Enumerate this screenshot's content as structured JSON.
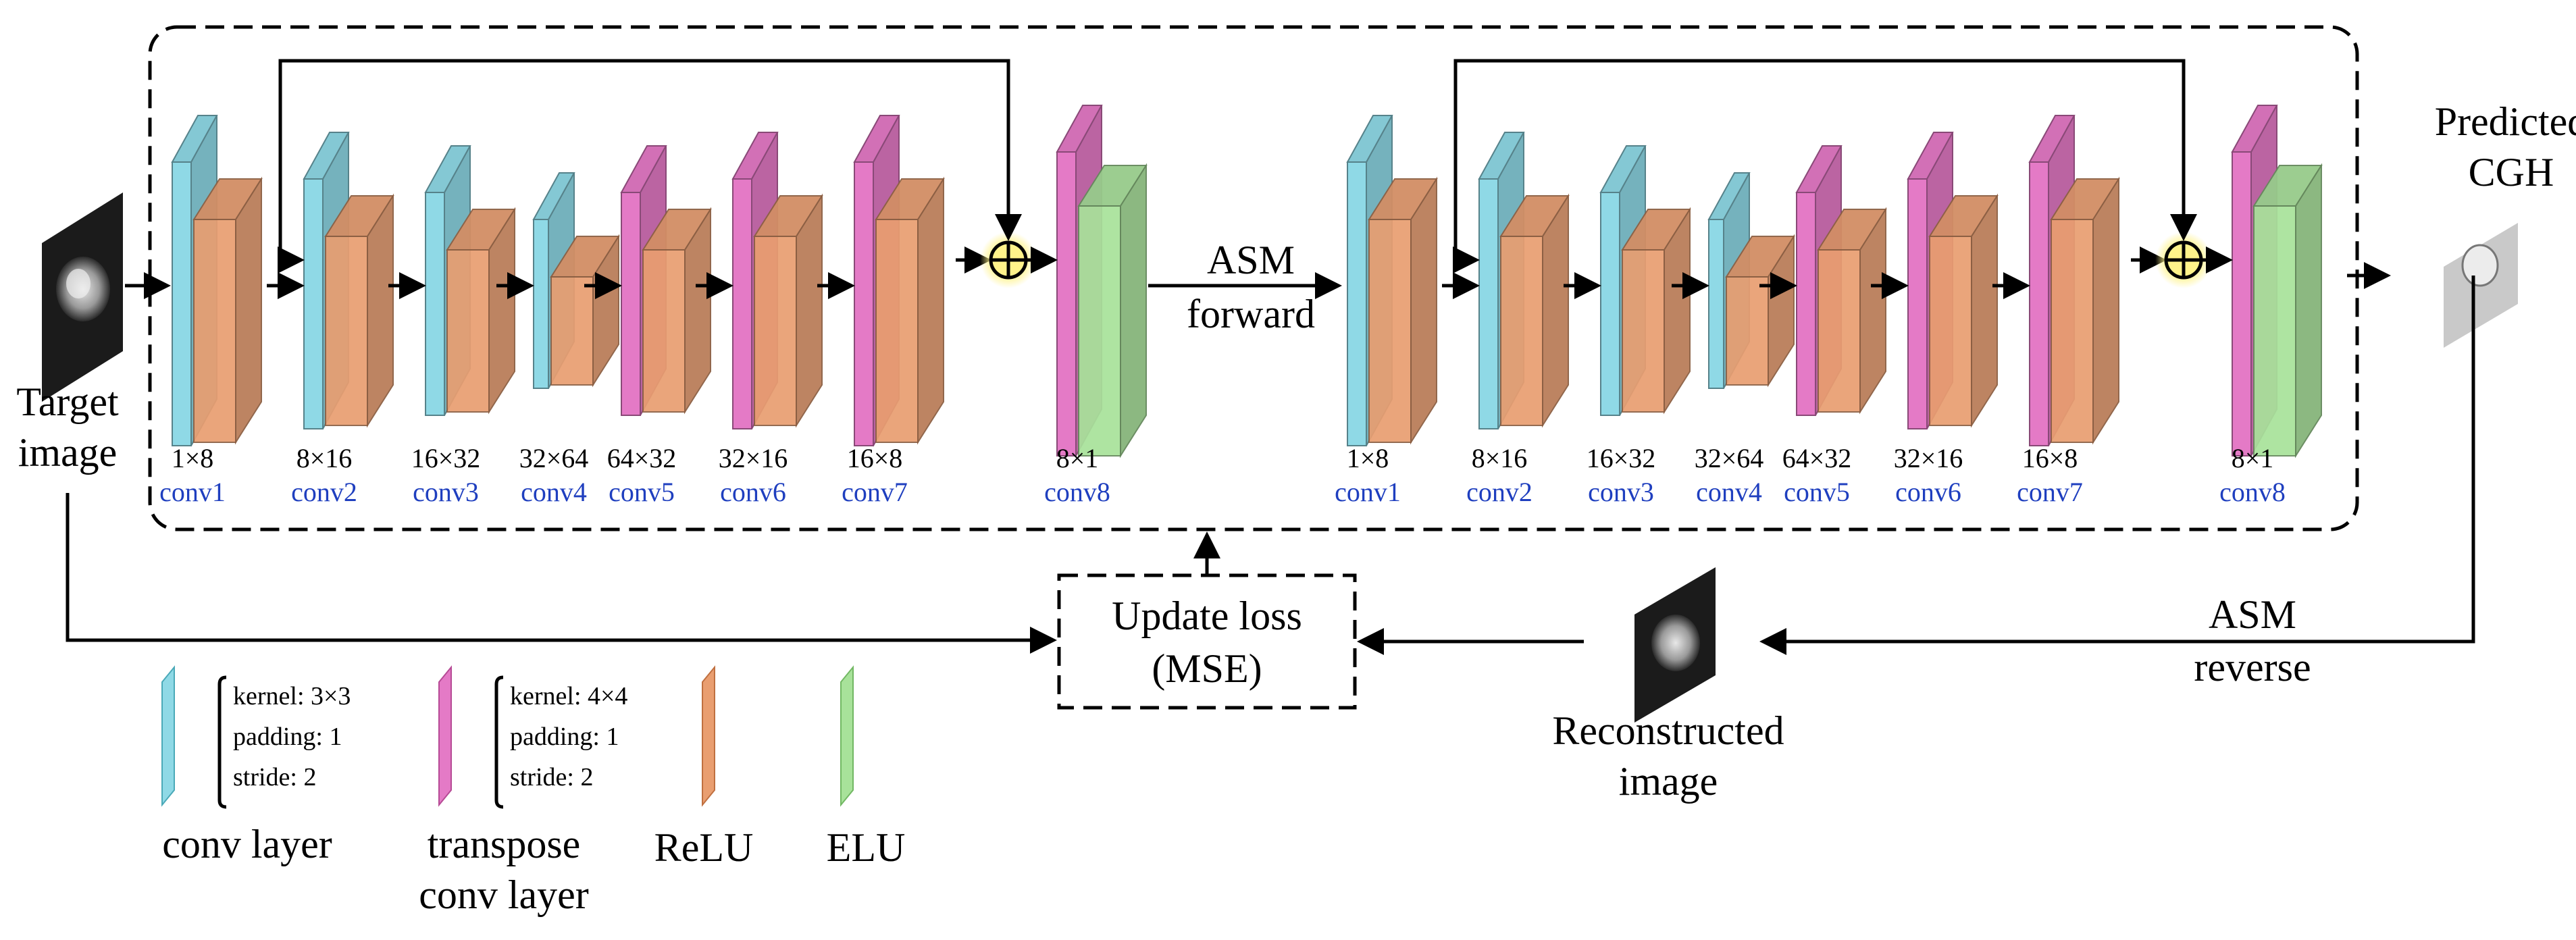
{
  "colors": {
    "conv": "#8fd9e6",
    "transpose": "#e47ac6",
    "relu": "#e99e70",
    "elu": "#a8e29a",
    "adder_glow": "#fff38a",
    "label_blue": "#1f3fbf"
  },
  "labels": {
    "target_line1": "Target",
    "target_line2": "image",
    "predicted_line1": "Predicted",
    "predicted_line2": "CGH",
    "asm_forward_line1": "ASM",
    "asm_forward_line2": "forward",
    "asm_reverse_line1": "ASM",
    "asm_reverse_line2": "reverse",
    "update_loss_line1": "Update loss",
    "update_loss_line2": "(MSE)",
    "reconstructed_line1": "Reconstructed",
    "reconstructed_line2": "image"
  },
  "network1": {
    "layers": [
      {
        "dims": "1×8",
        "name": "conv1"
      },
      {
        "dims": "8×16",
        "name": "conv2"
      },
      {
        "dims": "16×32",
        "name": "conv3"
      },
      {
        "dims": "32×64",
        "name": "conv4"
      },
      {
        "dims": "64×32",
        "name": "conv5"
      },
      {
        "dims": "32×16",
        "name": "conv6"
      },
      {
        "dims": "16×8",
        "name": "conv7"
      },
      {
        "dims": "8×1",
        "name": "conv8"
      }
    ]
  },
  "network2": {
    "layers": [
      {
        "dims": "1×8",
        "name": "conv1"
      },
      {
        "dims": "8×16",
        "name": "conv2"
      },
      {
        "dims": "16×32",
        "name": "conv3"
      },
      {
        "dims": "32×64",
        "name": "conv4"
      },
      {
        "dims": "64×32",
        "name": "conv5"
      },
      {
        "dims": "32×16",
        "name": "conv6"
      },
      {
        "dims": "16×8",
        "name": "conv7"
      },
      {
        "dims": "8×1",
        "name": "conv8"
      }
    ]
  },
  "legend": {
    "conv_kernel": "kernel: 3×3",
    "conv_padding": "padding: 1",
    "conv_stride": "stride: 2",
    "conv_name": "conv layer",
    "transpose_kernel": "kernel: 4×4",
    "transpose_padding": "padding: 1",
    "transpose_stride": "stride: 2",
    "transpose_name_line1": "transpose",
    "transpose_name_line2": "conv layer",
    "relu_name": "ReLU",
    "elu_name": "ELU"
  }
}
